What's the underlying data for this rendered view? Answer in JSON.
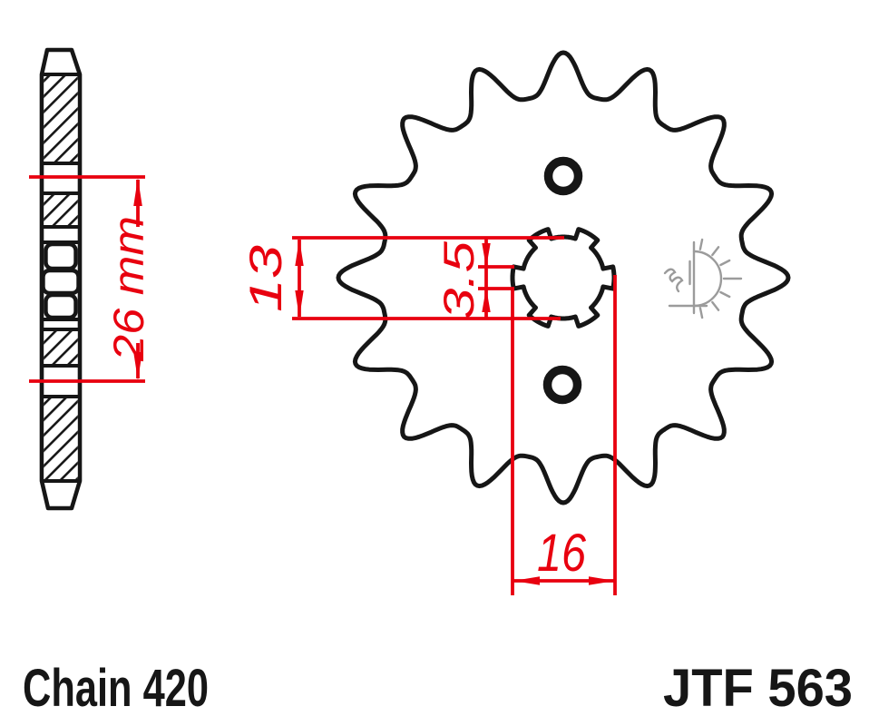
{
  "drawing": {
    "title_part_number": "JTF 563",
    "chain_label": "Chain 420",
    "dimensions": {
      "hub_width": "26 mm",
      "bore_diameter": "13",
      "spline_slot": "3.5",
      "spline_outer_width": "16"
    },
    "gear": {
      "teeth": 16,
      "spline_count": 6
    },
    "icons": {
      "watermark": "sunrise-watermark-icon"
    },
    "colors": {
      "dimension": "#e8000f",
      "line": "#161616",
      "watermark": "#9b9b9b"
    }
  }
}
